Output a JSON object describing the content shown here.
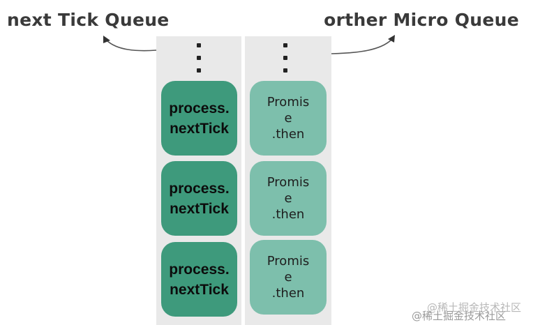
{
  "titles": {
    "left": "next Tick Queue",
    "right": "orther Micro Queue"
  },
  "queues": {
    "next_tick": {
      "items": [
        {
          "line1": "process.",
          "line2": "nextTick"
        },
        {
          "line1": "process.",
          "line2": "nextTick"
        },
        {
          "line1": "process.",
          "line2": "nextTick"
        }
      ]
    },
    "micro": {
      "items": [
        {
          "line1": "Promis",
          "line2": "e",
          "line3": ".then"
        },
        {
          "line1": "Promis",
          "line2": "e",
          "line3": ".then"
        },
        {
          "line1": "Promis",
          "line2": "e",
          "line3": ".then"
        }
      ]
    }
  },
  "watermark": {
    "text1": "@稀土掘金技术社区",
    "text2": "@稀土掘金技术社区"
  },
  "colors": {
    "next_tick_box": "#3e9a7c",
    "promise_box": "#7dbfac",
    "column_bg": "#e9e9e9"
  }
}
